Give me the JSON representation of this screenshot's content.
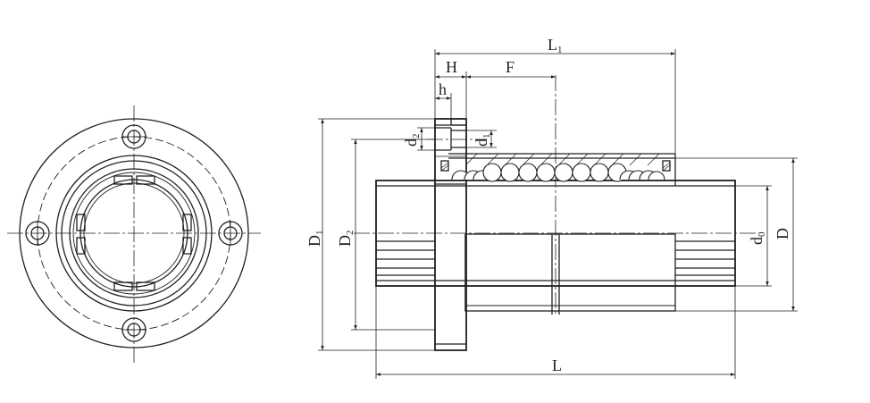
{
  "colors": {
    "line": "#231f20",
    "background": "#ffffff"
  },
  "labels": {
    "L1": {
      "main": "L",
      "sub": "1"
    },
    "H": "H",
    "F": "F",
    "h": "h",
    "d2": {
      "main": "d",
      "sub": "2"
    },
    "d1": {
      "main": "d",
      "sub": "1"
    },
    "D1": {
      "main": "D",
      "sub": "1"
    },
    "D2": {
      "main": "D",
      "sub": "2"
    },
    "d0": {
      "main": "d",
      "sub": "0"
    },
    "D": "D",
    "L": "L"
  }
}
